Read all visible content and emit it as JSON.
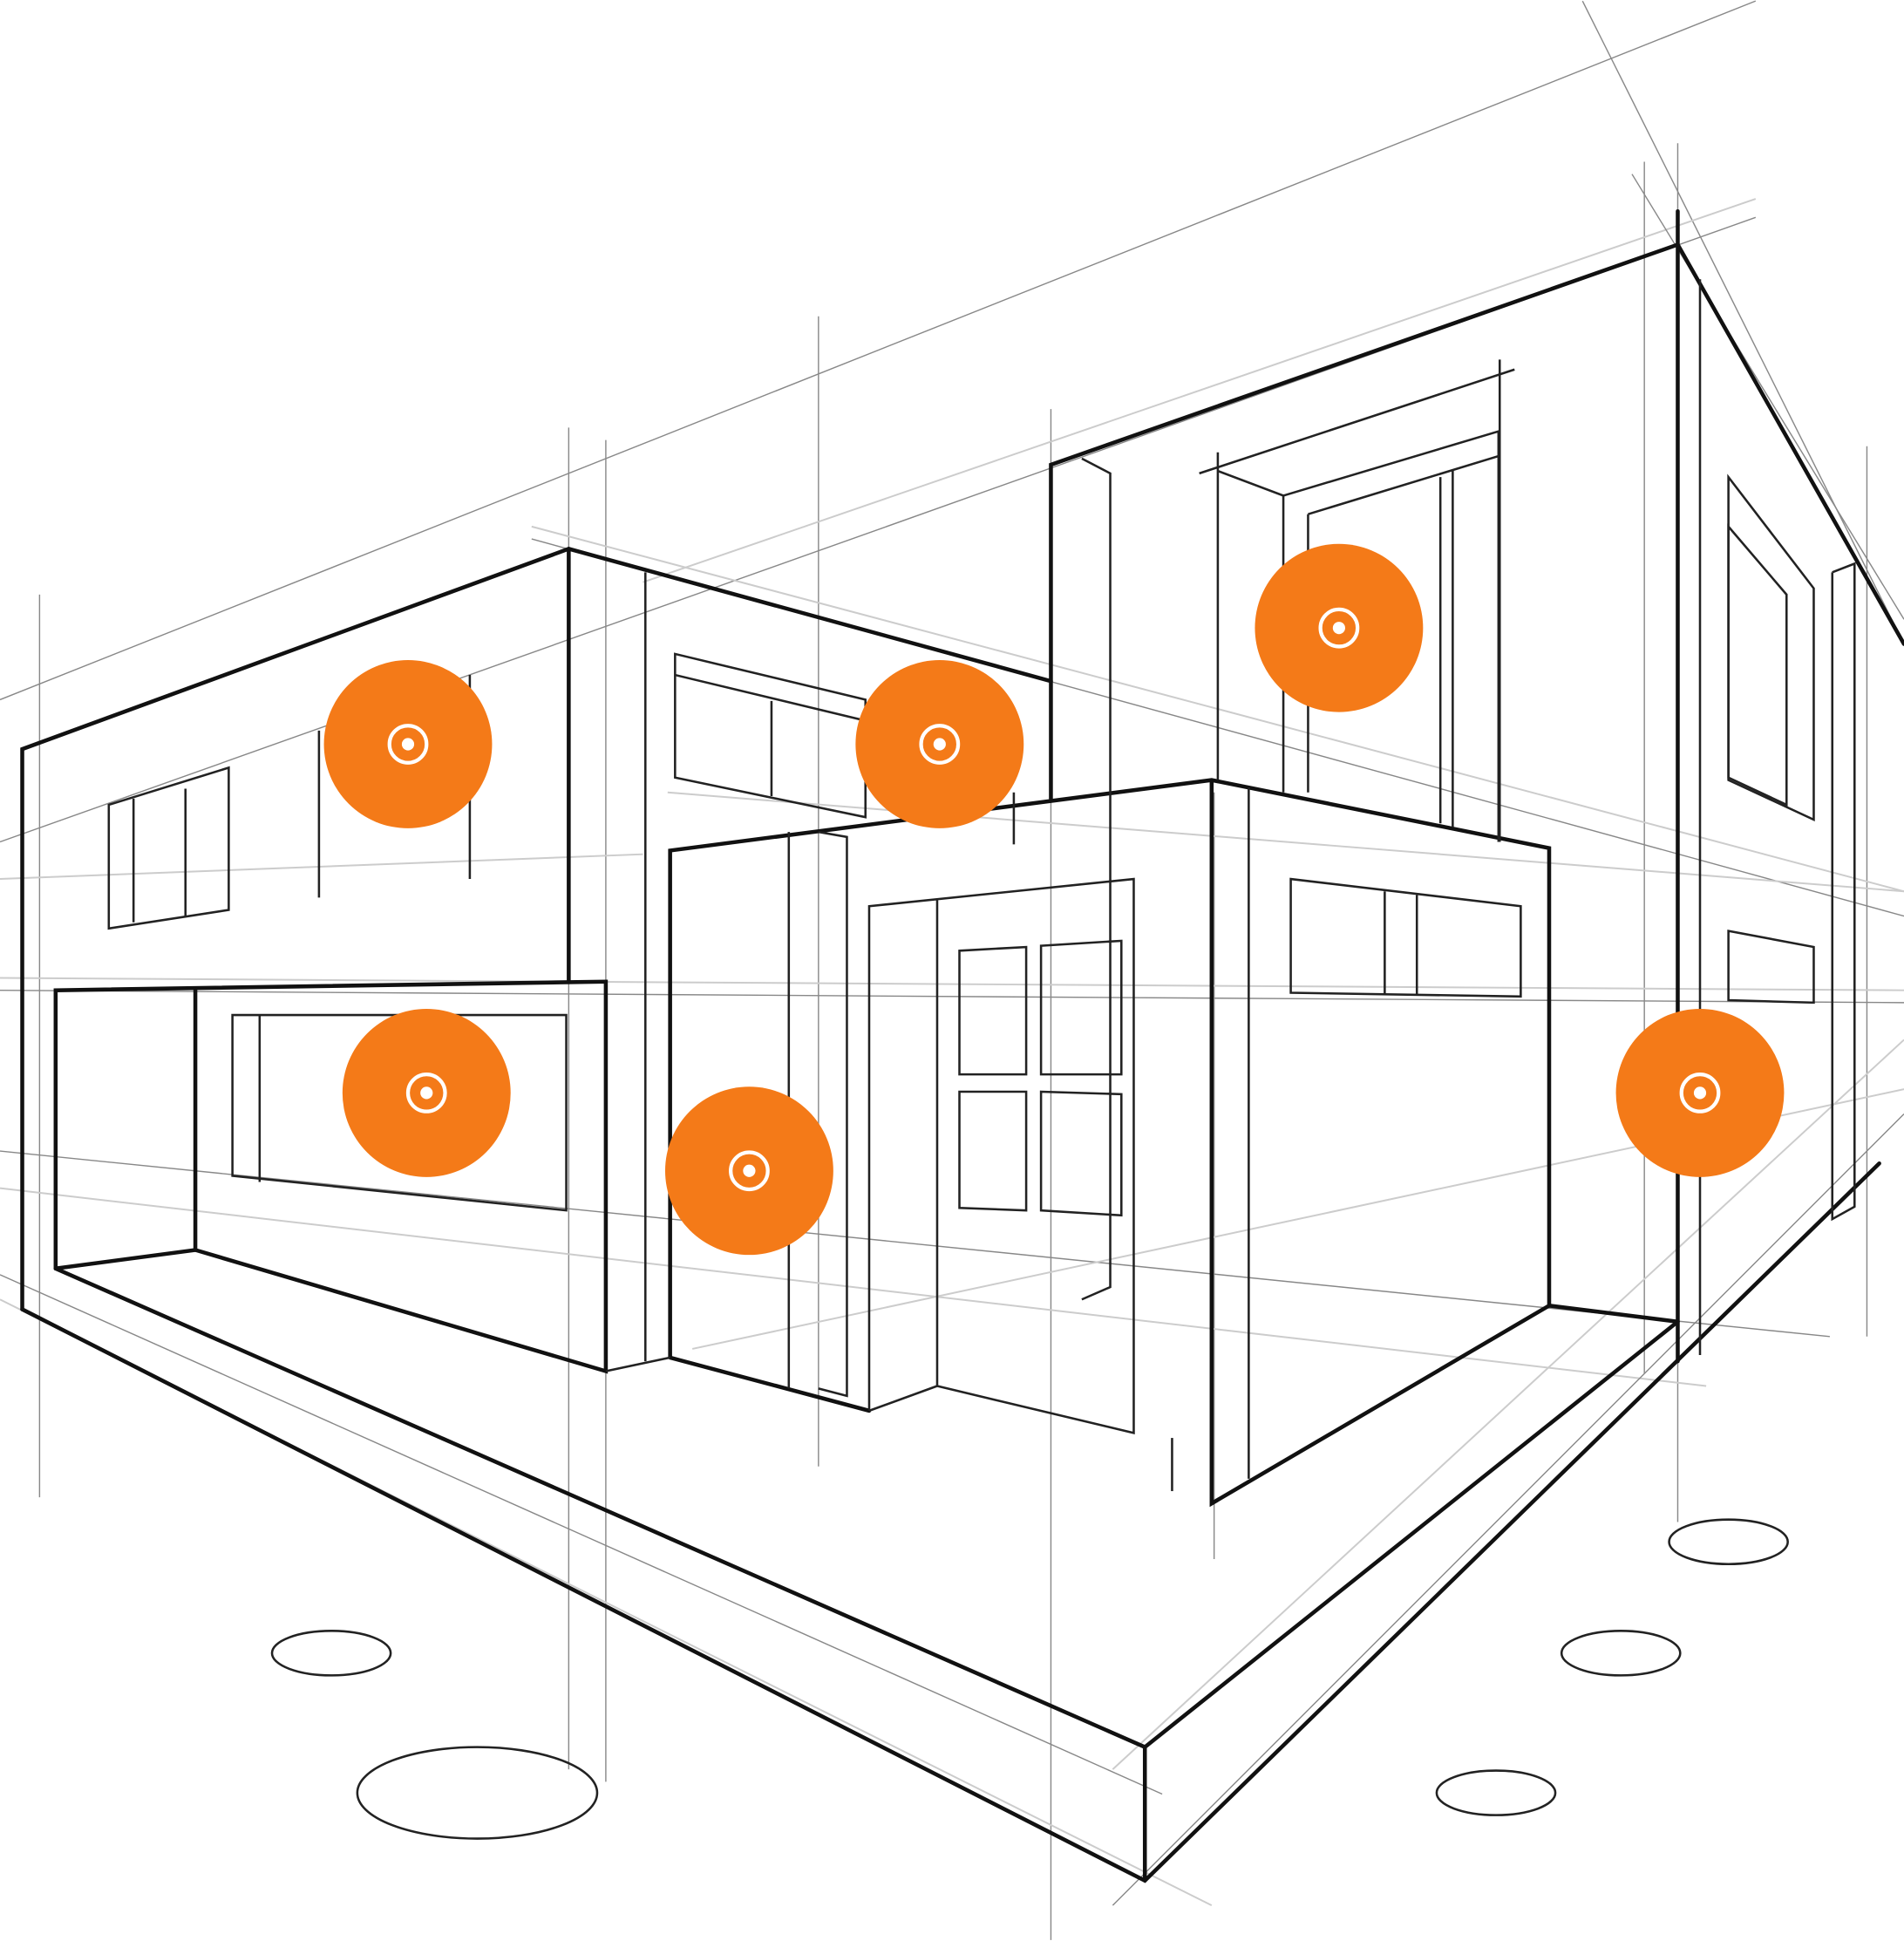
{
  "colors": {
    "hotspot": "#F47A18",
    "hotspot_icon": "#FFFFFF",
    "line": "#111111",
    "background": "#FFFFFF"
  },
  "hotspots": [
    {
      "id": "upper-left-window",
      "icon": "target-icon"
    },
    {
      "id": "upper-middle-window",
      "icon": "target-icon"
    },
    {
      "id": "upper-right-window",
      "icon": "target-icon"
    },
    {
      "id": "lower-left-opening",
      "icon": "target-icon"
    },
    {
      "id": "entrance",
      "icon": "target-icon"
    },
    {
      "id": "right-corner",
      "icon": "target-icon"
    }
  ]
}
